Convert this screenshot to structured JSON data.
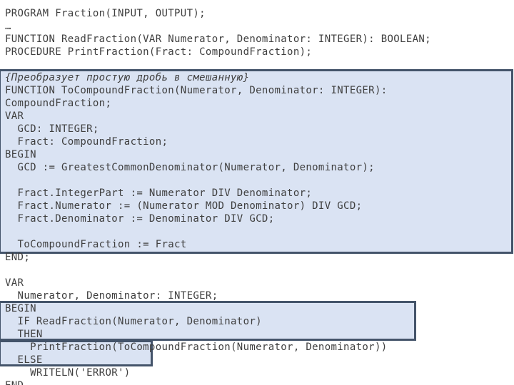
{
  "slide": {
    "background_color": "#ffffff",
    "text_color": "#3f3f3f",
    "highlight_fill_color": "#dae3f3",
    "highlight_border_color": "#44546a",
    "code_lines": [
      {
        "style": "code",
        "text": "PROGRAM Fraction(INPUT, OUTPUT);"
      },
      {
        "style": "code",
        "text": "…"
      },
      {
        "style": "code",
        "text": "FUNCTION ReadFraction(VAR Numerator, Denominator: INTEGER): BOOLEAN;"
      },
      {
        "style": "code",
        "text": "PROCEDURE PrintFraction(Fract: CompoundFraction);"
      },
      {
        "style": "blank",
        "text": ""
      },
      {
        "style": "comment",
        "text": "{Преобразует простую дробь в смешанную}"
      },
      {
        "style": "code",
        "text": "FUNCTION ToCompoundFraction(Numerator, Denominator: INTEGER):"
      },
      {
        "style": "code",
        "text": "CompoundFraction;"
      },
      {
        "style": "code",
        "text": "VAR"
      },
      {
        "style": "code",
        "text": "  GCD: INTEGER;"
      },
      {
        "style": "code",
        "text": "  Fract: CompoundFraction;"
      },
      {
        "style": "code",
        "text": "BEGIN"
      },
      {
        "style": "code",
        "text": "  GCD := GreatestCommonDenominator(Numerator, Denominator);"
      },
      {
        "style": "blank",
        "text": ""
      },
      {
        "style": "code",
        "text": "  Fract.IntegerPart := Numerator DIV Denominator;"
      },
      {
        "style": "code",
        "text": "  Fract.Numerator := (Numerator MOD Denominator) DIV GCD;"
      },
      {
        "style": "code",
        "text": "  Fract.Denominator := Denominator DIV GCD;"
      },
      {
        "style": "blank",
        "text": ""
      },
      {
        "style": "code",
        "text": "  ToCompoundFraction := Fract"
      },
      {
        "style": "code",
        "text": "END;"
      },
      {
        "style": "blank",
        "text": ""
      },
      {
        "style": "code",
        "text": "VAR"
      },
      {
        "style": "code",
        "text": "  Numerator, Denominator: INTEGER;"
      },
      {
        "style": "code",
        "text": "BEGIN"
      },
      {
        "style": "code",
        "text": "  IF ReadFraction(Numerator, Denominator)"
      },
      {
        "style": "code",
        "text": "  THEN"
      },
      {
        "style": "code",
        "text": "    PrintFraction(ToCompoundFraction(Numerator, Denominator))"
      },
      {
        "style": "code",
        "text": "  ELSE"
      },
      {
        "style": "code",
        "text": "    WRITELN('ERROR')"
      },
      {
        "style": "code",
        "text": "END."
      }
    ]
  }
}
